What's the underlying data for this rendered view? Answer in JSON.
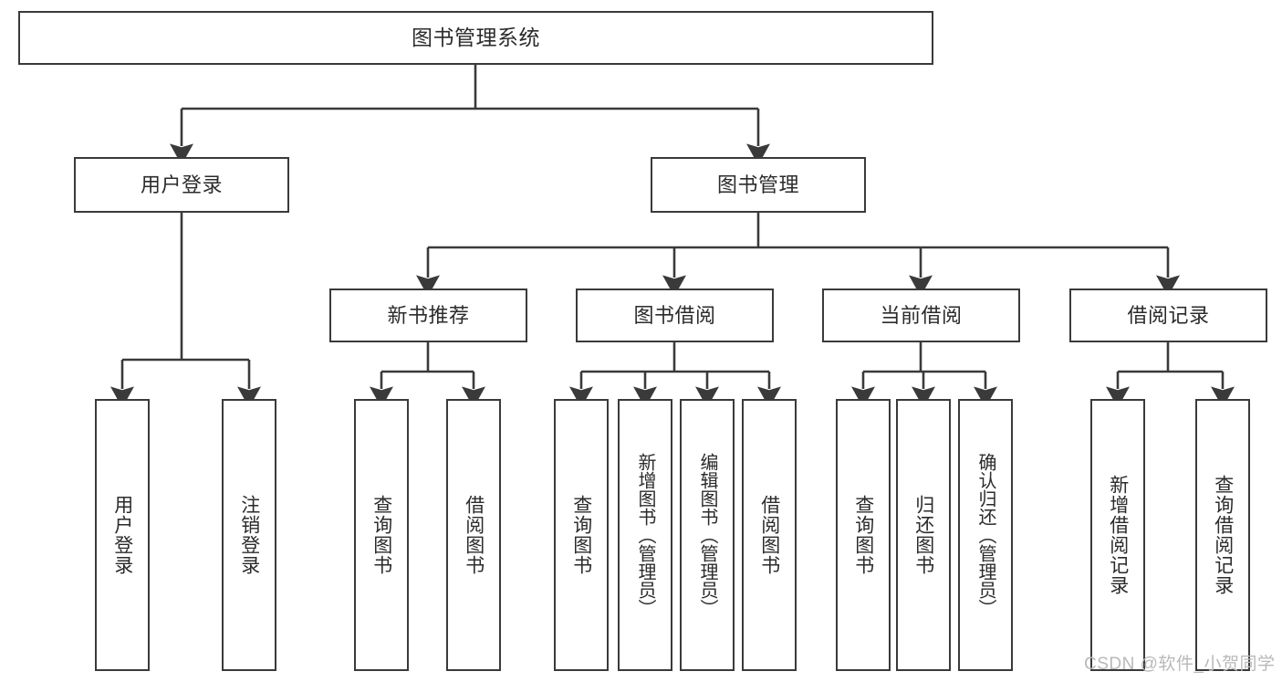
{
  "diagram": {
    "title": "图书管理系统",
    "type": "hierarchy-tree",
    "root": {
      "id": "root",
      "label": "图书管理系统"
    },
    "level2": [
      {
        "id": "user-login",
        "label": "用户登录"
      },
      {
        "id": "book-management",
        "label": "图书管理"
      }
    ],
    "level3": [
      {
        "id": "new-book-recommend",
        "label": "新书推荐",
        "parent": "book-management"
      },
      {
        "id": "book-borrow",
        "label": "图书借阅",
        "parent": "book-management"
      },
      {
        "id": "current-borrow",
        "label": "当前借阅",
        "parent": "book-management"
      },
      {
        "id": "borrow-record",
        "label": "借阅记录",
        "parent": "book-management"
      }
    ],
    "leaves": [
      {
        "id": "leaf-user-login",
        "label": "用户登录",
        "parent": "user-login"
      },
      {
        "id": "leaf-user-logout",
        "label": "注销登录",
        "parent": "user-login"
      },
      {
        "id": "leaf-query-book-1",
        "label": "查询图书",
        "parent": "new-book-recommend"
      },
      {
        "id": "leaf-borrow-book-1",
        "label": "借阅图书",
        "parent": "new-book-recommend"
      },
      {
        "id": "leaf-query-book-2",
        "label": "查询图书",
        "parent": "book-borrow"
      },
      {
        "id": "leaf-add-book",
        "label": "新增图书（管理员）",
        "parent": "book-borrow"
      },
      {
        "id": "leaf-edit-book",
        "label": "编辑图书（管理员）",
        "parent": "book-borrow"
      },
      {
        "id": "leaf-borrow-book-2",
        "label": "借阅图书",
        "parent": "book-borrow"
      },
      {
        "id": "leaf-query-book-3",
        "label": "查询图书",
        "parent": "current-borrow"
      },
      {
        "id": "leaf-return-book",
        "label": "归还图书",
        "parent": "current-borrow"
      },
      {
        "id": "leaf-confirm-return",
        "label": "确认归还（管理员）",
        "parent": "current-borrow"
      },
      {
        "id": "leaf-add-record",
        "label": "新增借阅记录",
        "parent": "borrow-record"
      },
      {
        "id": "leaf-query-record",
        "label": "查询借阅记录",
        "parent": "borrow-record"
      }
    ],
    "colors": {
      "stroke": "#3a3a3a",
      "fill": "#ffffff",
      "text": "#2b2b2b",
      "watermark": "#b9b9b9"
    }
  },
  "watermark": {
    "text": "CSDN @软件_小贺同学"
  }
}
